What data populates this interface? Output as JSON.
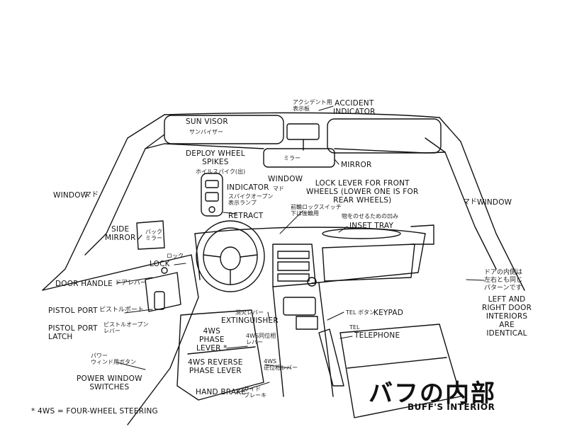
{
  "labels": {
    "sun_visor": "SUN VISOR",
    "sun_visor_jp": "サンバイザー",
    "accident_indicator": "ACCIDENT\nINDICATOR",
    "accident_indicator_jp": "アクシデント用\n表示板",
    "mirror_jp": "ミラー",
    "mirror": "MIRROR",
    "deploy_spikes": "DEPLOY WHEEL\nSPIKES",
    "deploy_spikes_jp": "ホイルスパイク(出)",
    "window_center": "WINDOW",
    "window_center_jp": "マド",
    "lock_lever": "LOCK LEVER FOR FRONT\nWHEELS (LOWER ONE IS FOR\nREAR WHEELS)",
    "indicator": "INDICATOR",
    "indicator_jp": "スパイクオープン\n表示ランプ",
    "retract": "RETRACT",
    "lock_lever_jp": "前輪ロックスイッチ\n下は後輪用",
    "inset_tray_jp": "物をのせるための凹み",
    "inset_tray": "INSET TRAY",
    "window_left": "WINDOW",
    "window_left_jp": "マド",
    "window_right_jp": "マド",
    "window_right": "WINDOW",
    "side_mirror": "SIDE\nMIRROR",
    "side_mirror_jp": "バック\nミラー",
    "lock": "LOCK",
    "lock_jp": "ロック",
    "door_handle": "DOOR HANDLE",
    "door_handle_jp": "ドアレバー",
    "door_note_jp": "ドアの内側は\n左右とも同じ\nパターンです",
    "door_note": "LEFT AND\nRIGHT DOOR\nINTERIORS\nARE\nIDENTICAL",
    "pistol_port": "PISTOL PORT",
    "pistol_port_jp": "ピストルポート",
    "pistol_latch": "PISTOL PORT\nLATCH",
    "pistol_latch_jp": "ピストルオープン\nレバー",
    "extinguisher_jp": "消火レバー",
    "extinguisher": "EXTINGUISHER",
    "tel_button_jp": "TEL ボタン",
    "keypad": "KEYPAD",
    "tel_jp": "TEL",
    "telephone": "TELEPHONE",
    "phase_lever": "4WS\nPHASE\nLEVER *",
    "phase_lever_jp": "4WS同位相\nレバー",
    "power_window_jp": "パワー\nウィンド用ボタン",
    "power_window": "POWER WINDOW\nSWITCHES",
    "reverse_phase": "4WS REVERSE\nPHASE LEVER",
    "reverse_phase_jp": "4WS\n逆位相レバー",
    "hand_brake": "HAND BRAKE",
    "hand_brake_jp": "サイド\nブレーキ",
    "footnote": "* 4WS = FOUR-WHEEL STEERING",
    "title_jp": "バフの内部",
    "title_en": "BUFF'S INTERIOR"
  }
}
